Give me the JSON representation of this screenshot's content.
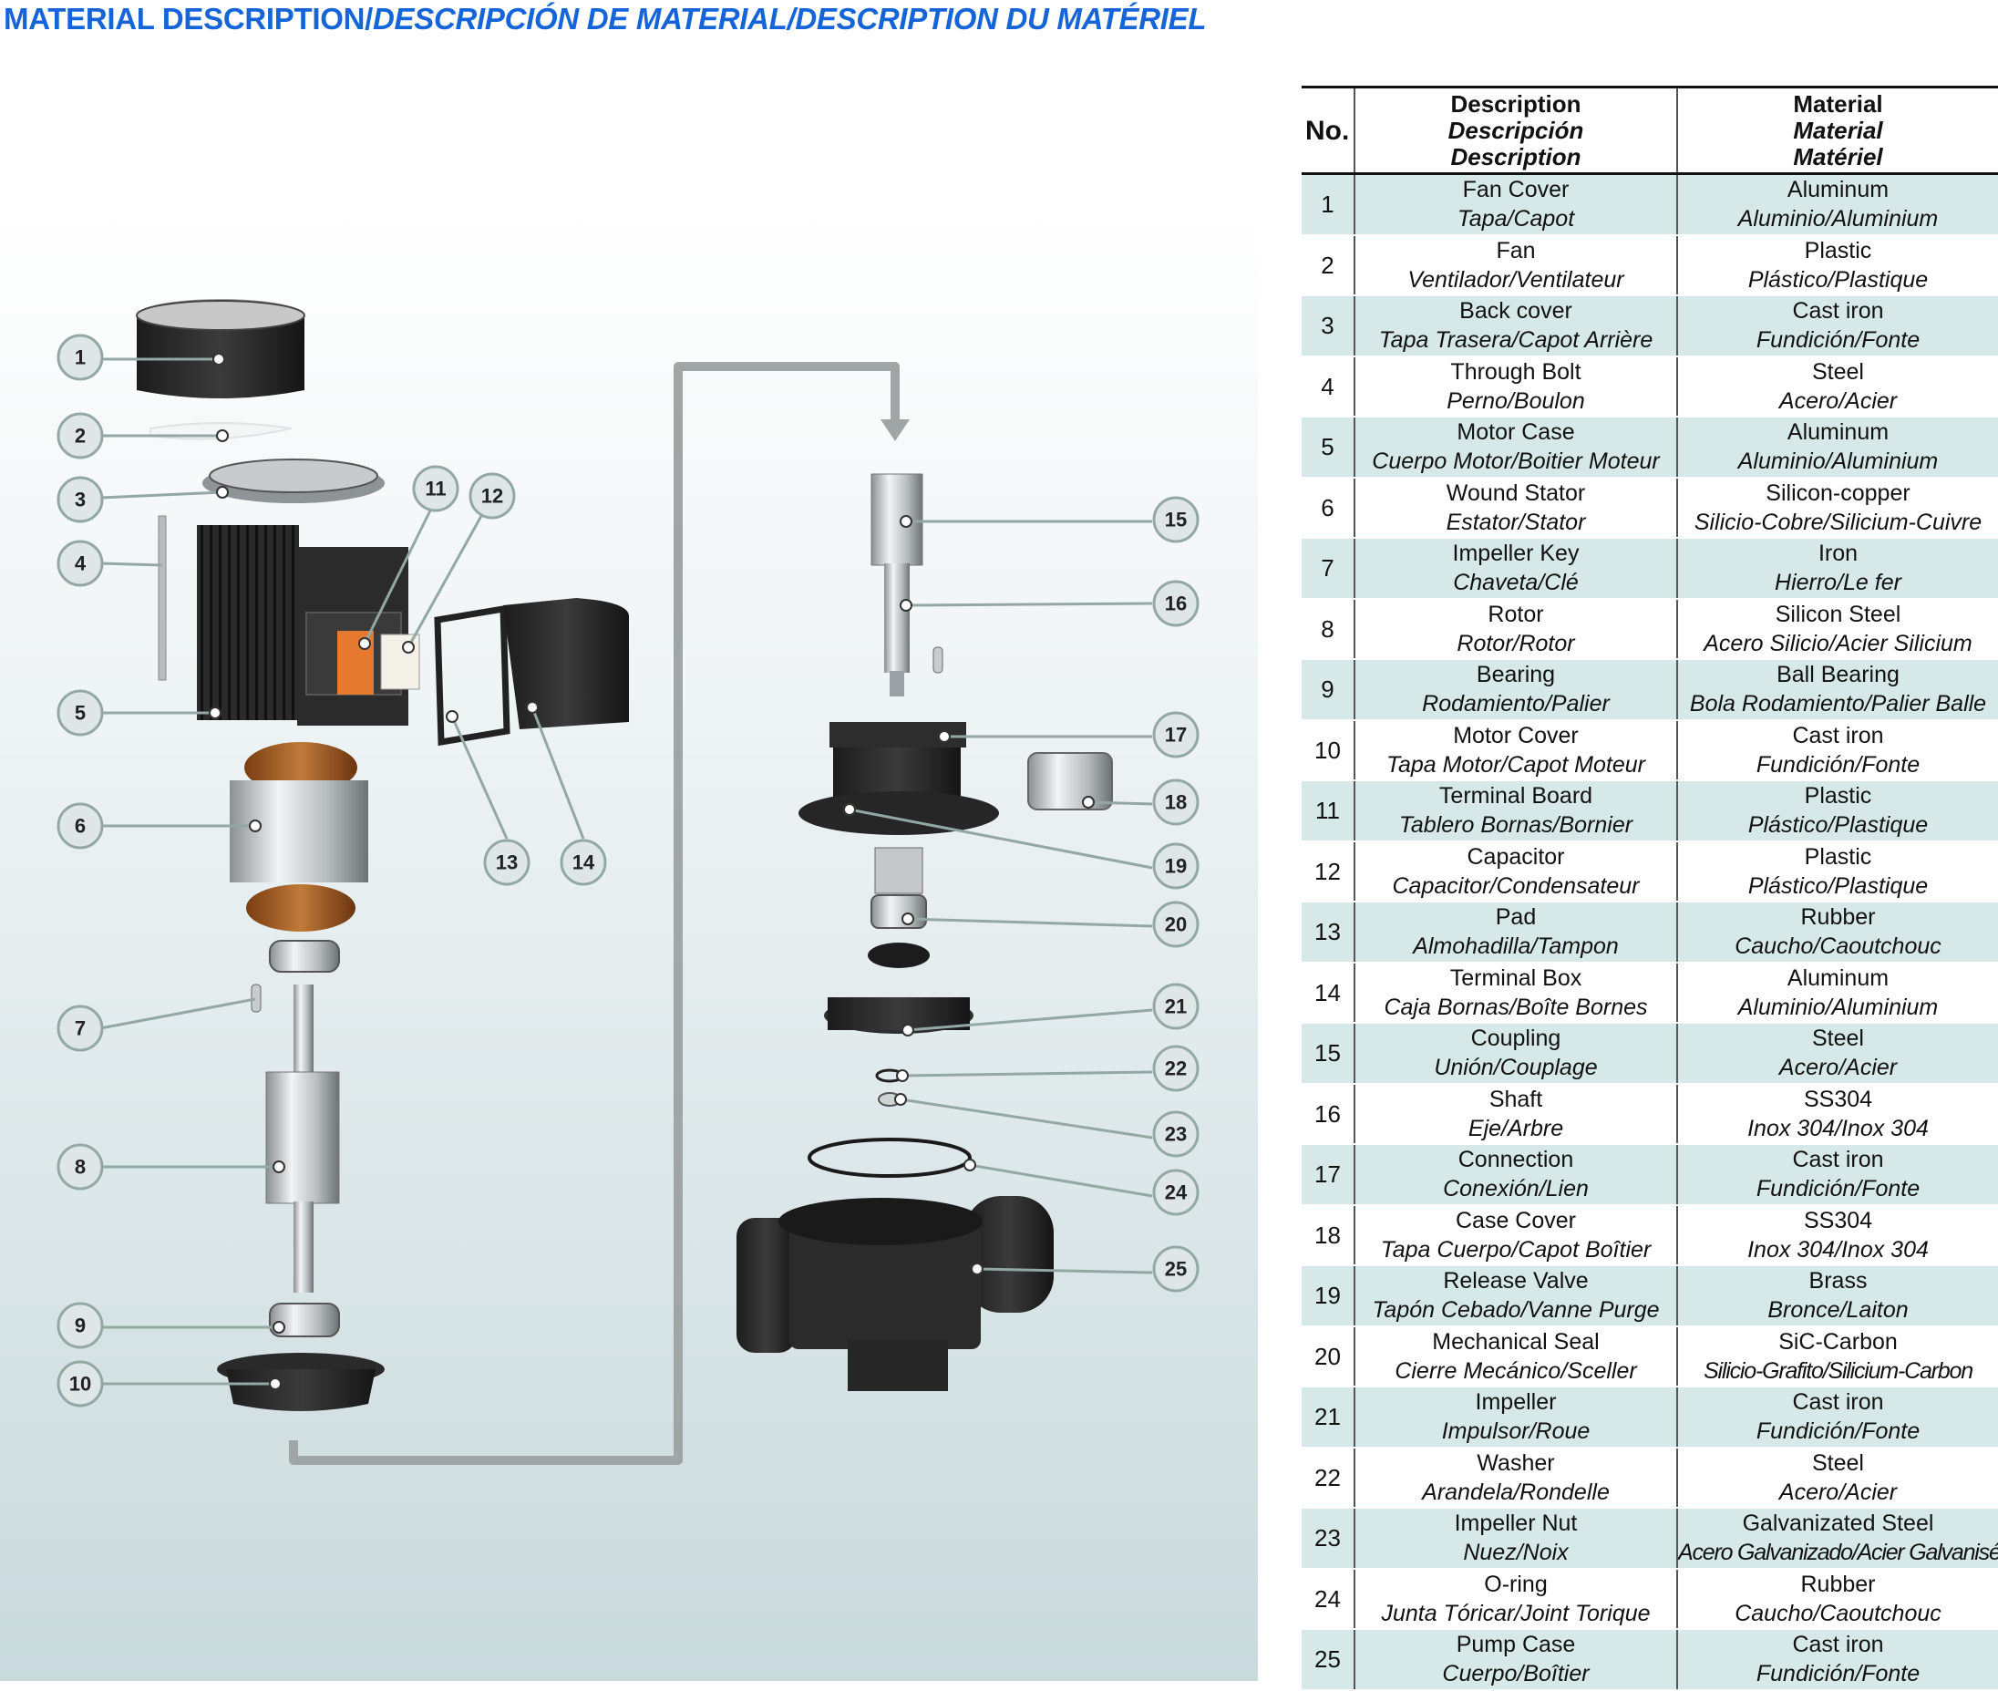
{
  "title": {
    "part1": "MATERIAL DESCRIPTION/",
    "part2": "DESCRIPCIÓN DE MATERIAL/DESCRIPTION DU MATÉRIEL"
  },
  "colors": {
    "title_blue": "#1565d8",
    "row_tint": "#d6e8e8",
    "callout_fill": "#dfe7e6",
    "callout_stroke": "#93a8a4",
    "flow_arrow": "#a0a6a6"
  },
  "table": {
    "header": {
      "no": "No.",
      "description": [
        "Description",
        "Descripción",
        "Description"
      ],
      "material": [
        "Material",
        "Material",
        "Matériel"
      ]
    },
    "rows": [
      {
        "no": "1",
        "desc": "Fan Cover",
        "desc_tr": "Tapa/Capot",
        "mat": "Aluminum",
        "mat_tr": "Aluminio/Aluminium"
      },
      {
        "no": "2",
        "desc": "Fan",
        "desc_tr": "Ventilador/Ventilateur",
        "mat": "Plastic",
        "mat_tr": "Plástico/Plastique"
      },
      {
        "no": "3",
        "desc": "Back cover",
        "desc_tr": "Tapa Trasera/Capot Arrière",
        "mat": "Cast iron",
        "mat_tr": "Fundición/Fonte"
      },
      {
        "no": "4",
        "desc": "Through Bolt",
        "desc_tr": "Perno/Boulon",
        "mat": "Steel",
        "mat_tr": "Acero/Acier"
      },
      {
        "no": "5",
        "desc": "Motor Case",
        "desc_tr": "Cuerpo Motor/Boitier Moteur",
        "mat": "Aluminum",
        "mat_tr": "Aluminio/Aluminium"
      },
      {
        "no": "6",
        "desc": "Wound Stator",
        "desc_tr": "Estator/Stator",
        "mat": "Silicon-copper",
        "mat_tr": "Silicio-Cobre/Silicium-Cuivre"
      },
      {
        "no": "7",
        "desc": "Impeller Key",
        "desc_tr": "Chaveta/Clé",
        "mat": "Iron",
        "mat_tr": "Hierro/Le fer"
      },
      {
        "no": "8",
        "desc": "Rotor",
        "desc_tr": "Rotor/Rotor",
        "mat": "Silicon Steel",
        "mat_tr": "Acero Silicio/Acier Silicium"
      },
      {
        "no": "9",
        "desc": "Bearing",
        "desc_tr": "Rodamiento/Palier",
        "mat": "Ball Bearing",
        "mat_tr": "Bola Rodamiento/Palier Balle"
      },
      {
        "no": "10",
        "desc": "Motor Cover",
        "desc_tr": "Tapa Motor/Capot Moteur",
        "mat": "Cast iron",
        "mat_tr": "Fundición/Fonte"
      },
      {
        "no": "11",
        "desc": "Terminal Board",
        "desc_tr": "Tablero Bornas/Bornier",
        "mat": "Plastic",
        "mat_tr": "Plástico/Plastique"
      },
      {
        "no": "12",
        "desc": "Capacitor",
        "desc_tr": "Capacitor/Condensateur",
        "mat": "Plastic",
        "mat_tr": "Plástico/Plastique"
      },
      {
        "no": "13",
        "desc": "Pad",
        "desc_tr": "Almohadilla/Tampon",
        "mat": "Rubber",
        "mat_tr": "Caucho/Caoutchouc"
      },
      {
        "no": "14",
        "desc": "Terminal Box",
        "desc_tr": "Caja Bornas/Boîte Bornes",
        "mat": "Aluminum",
        "mat_tr": "Aluminio/Aluminium"
      },
      {
        "no": "15",
        "desc": "Coupling",
        "desc_tr": "Unión/Couplage",
        "mat": "Steel",
        "mat_tr": "Acero/Acier"
      },
      {
        "no": "16",
        "desc": "Shaft",
        "desc_tr": "Eje/Arbre",
        "mat": "SS304",
        "mat_tr": "Inox 304/Inox 304"
      },
      {
        "no": "17",
        "desc": "Connection",
        "desc_tr": "Conexión/Lien",
        "mat": "Cast iron",
        "mat_tr": "Fundición/Fonte"
      },
      {
        "no": "18",
        "desc": "Case Cover",
        "desc_tr": "Tapa Cuerpo/Capot Boîtier",
        "mat": "SS304",
        "mat_tr": "Inox 304/Inox 304"
      },
      {
        "no": "19",
        "desc": "Release Valve",
        "desc_tr": "Tapón Cebado/Vanne Purge",
        "mat": "Brass",
        "mat_tr": "Bronce/Laiton"
      },
      {
        "no": "20",
        "desc": "Mechanical Seal",
        "desc_tr": "Cierre Mecánico/Sceller",
        "mat": "SiC-Carbon",
        "mat_tr": "Silicio-Grafito/Silicium-Carbon"
      },
      {
        "no": "21",
        "desc": "Impeller",
        "desc_tr": "Impulsor/Roue",
        "mat": "Cast iron",
        "mat_tr": "Fundición/Fonte"
      },
      {
        "no": "22",
        "desc": "Washer",
        "desc_tr": "Arandela/Rondelle",
        "mat": "Steel",
        "mat_tr": "Acero/Acier"
      },
      {
        "no": "23",
        "desc": "Impeller Nut",
        "desc_tr": "Nuez/Noix",
        "mat": "Galvanizated Steel",
        "mat_tr": "Acero Galvanizado/Acier Galvanisé"
      },
      {
        "no": "24",
        "desc": "O-ring",
        "desc_tr": "Junta Tóricar/Joint Torique",
        "mat": "Rubber",
        "mat_tr": "Caucho/Caoutchouc"
      },
      {
        "no": "25",
        "desc": "Pump Case",
        "desc_tr": "Cuerpo/Boîtier",
        "mat": "Cast iron",
        "mat_tr": "Fundición/Fonte"
      }
    ]
  },
  "diagram": {
    "callouts": [
      "1",
      "2",
      "3",
      "4",
      "5",
      "6",
      "7",
      "8",
      "9",
      "10",
      "11",
      "12",
      "13",
      "14",
      "15",
      "16",
      "17",
      "18",
      "19",
      "20",
      "21",
      "22",
      "23",
      "24",
      "25"
    ]
  }
}
